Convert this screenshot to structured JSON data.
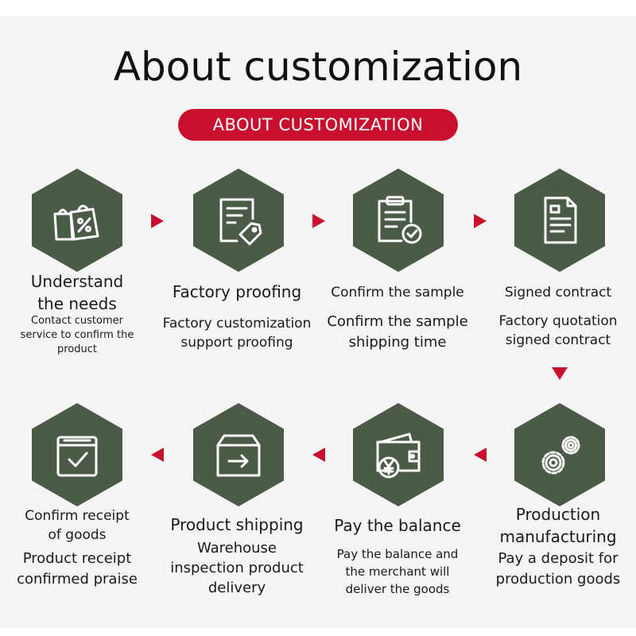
{
  "title": "About customization",
  "badge": "ABOUT CUSTOMIZATION",
  "colors": {
    "accent": "#c8102e",
    "hexagon": "#4c5a48",
    "icon": "#ffffff"
  },
  "steps": [
    {
      "icon": "shopping-bags-icon",
      "title": "Understand\nthe needs",
      "description": "Contact customer\nservice to confirm the\nproduct"
    },
    {
      "icon": "document-tag-icon",
      "title": "Factory proofing",
      "description": "Factory customization\nsupport proofing"
    },
    {
      "icon": "clipboard-check-icon",
      "title": "Confirm the sample",
      "description": "Confirm the sample\nshipping time"
    },
    {
      "icon": "contract-document-icon",
      "title": "Signed contract",
      "description": "Factory quotation\nsigned contract"
    },
    {
      "icon": "gears-icon",
      "title": "Production\nmanufacturing",
      "description": "Pay a deposit for\nproduction goods"
    },
    {
      "icon": "wallet-yen-icon",
      "title": "Pay the balance",
      "description": "Pay the balance and\nthe merchant will\ndeliver the goods"
    },
    {
      "icon": "shipping-box-icon",
      "title": "Product shipping",
      "description": "Warehouse\ninspection product\ndelivery"
    },
    {
      "icon": "box-check-icon",
      "title": "Confirm receipt\nof goods",
      "description": "Product receipt\nconfirmed praise"
    }
  ]
}
